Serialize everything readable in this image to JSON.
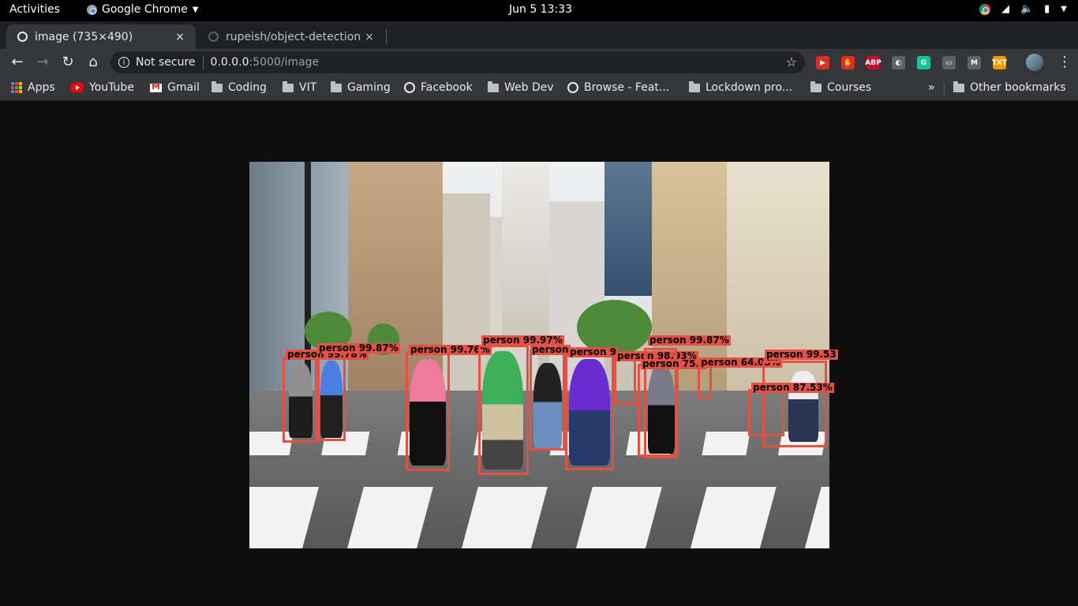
{
  "system": {
    "activities": "Activities",
    "app_name": "Google Chrome",
    "clock": "Jun 5  13:33"
  },
  "tabs": [
    {
      "title": "image (735×490)",
      "close": "×"
    },
    {
      "title": "rupeish/object-detection",
      "close": "×"
    }
  ],
  "window": {
    "new_tab": "+",
    "minimize": "–",
    "maximize": "▢",
    "close": "✕"
  },
  "toolbar": {
    "back": "←",
    "forward": "→",
    "reload": "↻",
    "home": "⌂",
    "security": "Not secure",
    "url_host": "0.0.0.0",
    "url_path": ":5000/image",
    "star": "☆",
    "extensions": [
      {
        "label": "▶",
        "color": "#d93025"
      },
      {
        "label": "✋",
        "color": "#d93025"
      },
      {
        "label": "ABP",
        "color": "#c70d2c"
      },
      {
        "label": "◐",
        "color": "#5f6368"
      },
      {
        "label": "G",
        "color": "#15c39a"
      },
      {
        "label": "▭",
        "color": "#5f6368"
      },
      {
        "label": "M",
        "color": "#5f6368"
      },
      {
        "label": "TXT",
        "color": "#f29900"
      }
    ],
    "menu": "⋮"
  },
  "bookmarks": [
    {
      "label": "Apps",
      "icon": "apps"
    },
    {
      "label": "YouTube",
      "icon": "youtube"
    },
    {
      "label": "Gmail",
      "icon": "gmail"
    },
    {
      "label": "Coding",
      "icon": "folder"
    },
    {
      "label": "VIT",
      "icon": "folder"
    },
    {
      "label": "Gaming",
      "icon": "folder"
    },
    {
      "label": "Facebook",
      "icon": "globe"
    },
    {
      "label": "Web Dev",
      "icon": "folder"
    },
    {
      "label": "Browse - Feat...",
      "icon": "globe"
    },
    {
      "label": "Lockdown pro...",
      "icon": "folder"
    },
    {
      "label": "Courses",
      "icon": "folder"
    }
  ],
  "bookmarks_overflow": "»",
  "other_bookmarks": "Other bookmarks",
  "detections": [
    {
      "label": "person 99.78%"
    },
    {
      "label": "person 99.87%"
    },
    {
      "label": "person 99.76%"
    },
    {
      "label": "person 99.97%"
    },
    {
      "label": "person"
    },
    {
      "label": "person 9"
    },
    {
      "label": "person 98.93%"
    },
    {
      "label": "person 99.87%"
    },
    {
      "label": "person 75.9"
    },
    {
      "label": "person 64.03%"
    },
    {
      "label": "person 99.53"
    },
    {
      "label": "person 87.53%"
    }
  ]
}
